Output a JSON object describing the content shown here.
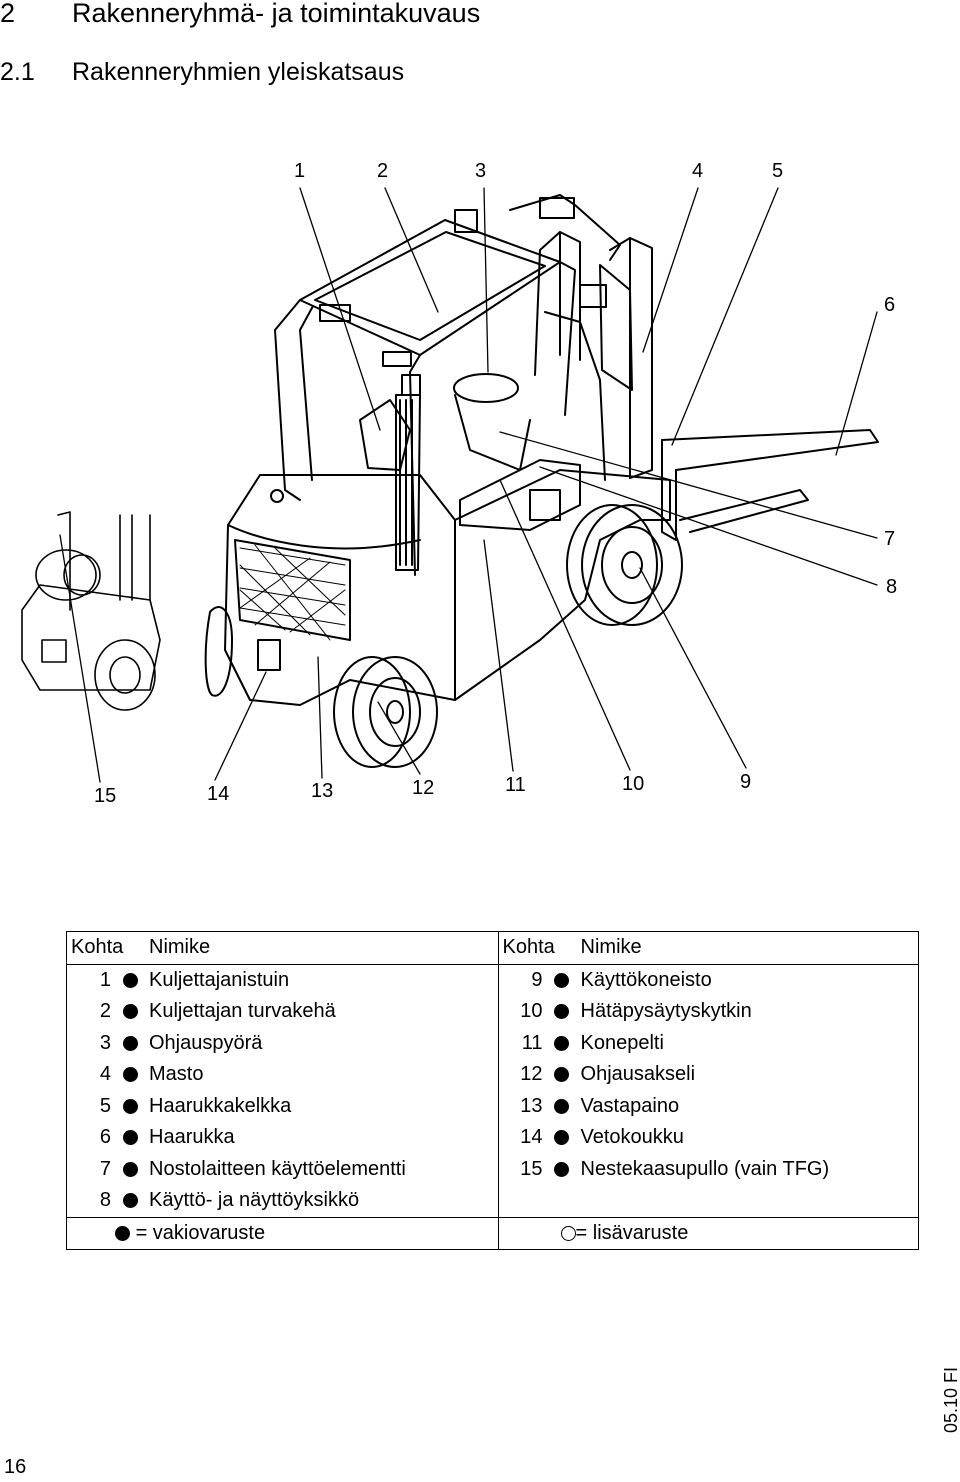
{
  "heading": {
    "number": "2",
    "title": "Rakenneryhmä- ja toimintakuvaus"
  },
  "subheading": {
    "number": "2.1",
    "title": "Rakenneryhmien yleiskatsaus"
  },
  "figure": {
    "callouts_top": [
      "1",
      "2",
      "3",
      "4",
      "5"
    ],
    "callouts_right": [
      "6",
      "7",
      "8"
    ],
    "callouts_bottom": [
      "15",
      "14",
      "13",
      "12",
      "11",
      "10",
      "9"
    ]
  },
  "table": {
    "headers": {
      "kohta": "Kohta",
      "nimike": "Nimike"
    },
    "rows": [
      {
        "left_no": "1",
        "left_name": "Kuljettajanistuin",
        "right_no": "9",
        "right_name": "Käyttökoneisto"
      },
      {
        "left_no": "2",
        "left_name": "Kuljettajan turvakehä",
        "right_no": "10",
        "right_name": "Hätäpysäytyskytkin"
      },
      {
        "left_no": "3",
        "left_name": "Ohjauspyörä",
        "right_no": "11",
        "right_name": "Konepelti"
      },
      {
        "left_no": "4",
        "left_name": "Masto",
        "right_no": "12",
        "right_name": "Ohjausakseli"
      },
      {
        "left_no": "5",
        "left_name": "Haarukkakelkka",
        "right_no": "13",
        "right_name": "Vastapaino"
      },
      {
        "left_no": "6",
        "left_name": "Haarukka",
        "right_no": "14",
        "right_name": "Vetokoukku"
      },
      {
        "left_no": "7",
        "left_name": "Nostolaitteen käyttöelementti",
        "right_no": "15",
        "right_name": "Nestekaasupullo (vain TFG)"
      },
      {
        "left_no": "8",
        "left_name": "Käyttö- ja näyttöyksikkö",
        "right_no": "",
        "right_name": ""
      }
    ],
    "legend": {
      "standard": "= vakiovaruste",
      "optional": "= lisävaruste"
    }
  },
  "footer": {
    "date": "05.10 FI",
    "page": "16"
  }
}
